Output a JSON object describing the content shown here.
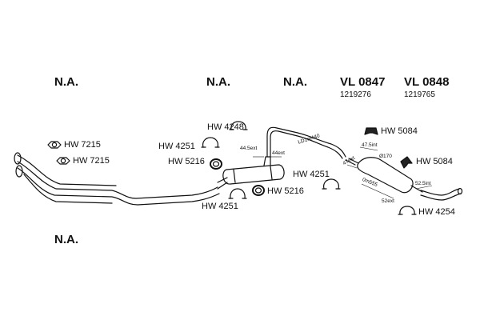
{
  "header": {
    "na_1": "N.A.",
    "na_2": "N.A.",
    "na_3": "N.A.",
    "na_4": "N.A.",
    "models": [
      {
        "name": "VL 0847",
        "code": "1219276"
      },
      {
        "name": "VL 0848",
        "code": "1219765"
      }
    ]
  },
  "parts": {
    "gasket_1": "HW 7215",
    "gasket_2": "HW 7215",
    "clamp_left": "HW 4251",
    "clamp_top": "HW 4248",
    "ring_left": "HW 5216",
    "clamp_bottom": "HW 4251",
    "ring_mid": "HW 5216",
    "clamp_mid": "HW 4251",
    "hanger_top": "HW 5084",
    "hanger_right": "HW 5084",
    "clamp_right": "HW 4254"
  },
  "dimensions": {
    "d1": "44.5ext",
    "d2": "44ext",
    "d3": "LD1m440",
    "d4": "47.5int",
    "d5": "Ø170",
    "d6": "47ext",
    "d7": "0m555",
    "d8": "52ext",
    "d9": "52.5int"
  }
}
